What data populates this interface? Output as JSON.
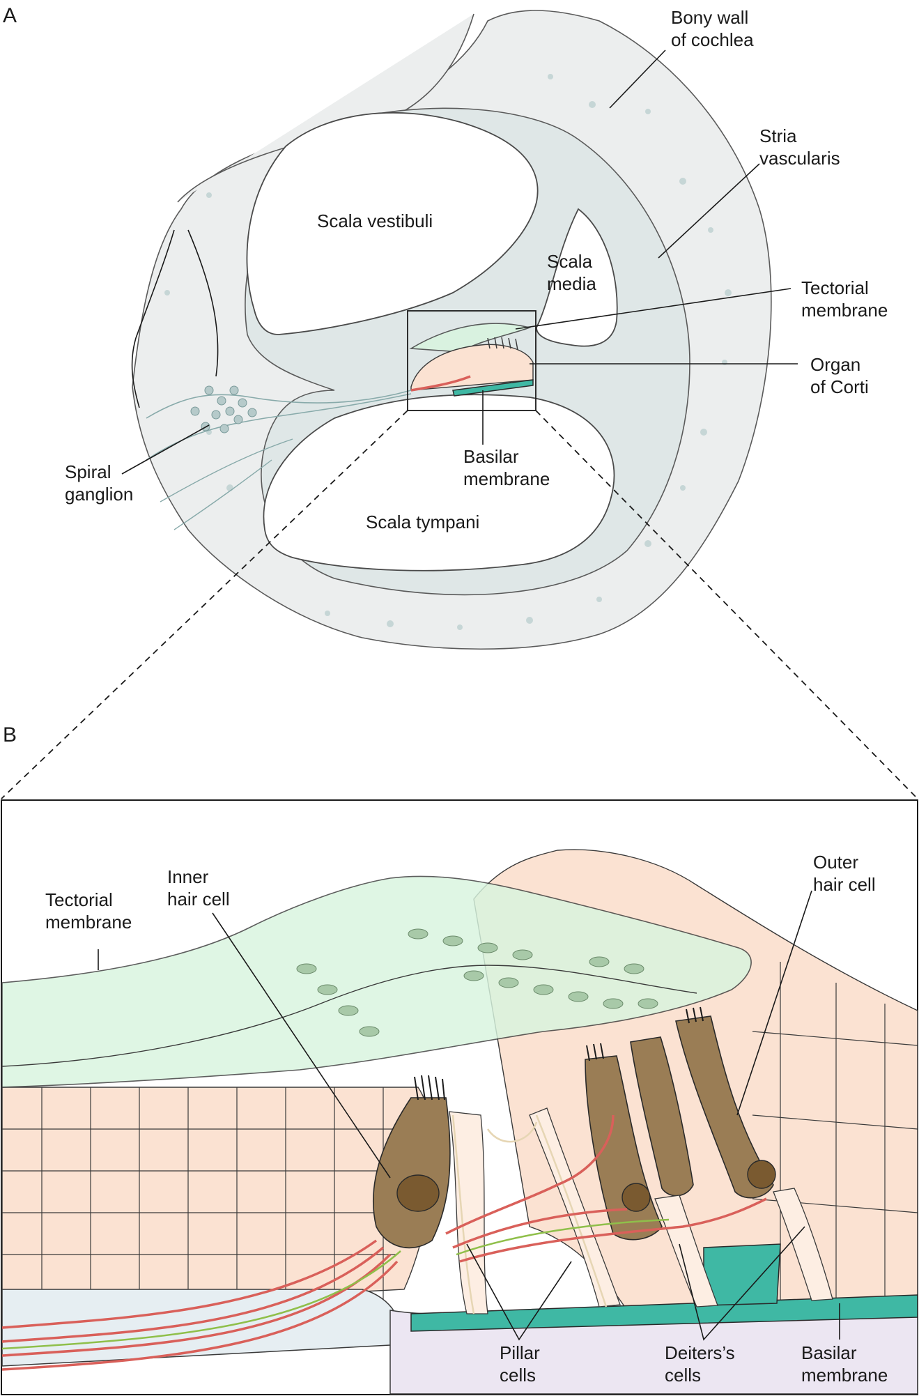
{
  "panels": {
    "a": "A",
    "b": "B"
  },
  "panel_a": {
    "bony_wall": [
      "Bony wall",
      "of cochlea"
    ],
    "stria": [
      "Stria",
      "vascularis"
    ],
    "scala_vestibuli": "Scala vestibuli",
    "scala_media": [
      "Scala",
      "media"
    ],
    "tectorial": [
      "Tectorial",
      "membrane"
    ],
    "organ_corti": [
      "Organ",
      "of Corti"
    ],
    "basilar": [
      "Basilar",
      "membrane"
    ],
    "spiral_ganglion": [
      "Spiral",
      "ganglion"
    ],
    "scala_tympani": "Scala tympani"
  },
  "panel_b": {
    "tectorial": [
      "Tectorial",
      "membrane"
    ],
    "inner_hair": [
      "Inner",
      "hair cell"
    ],
    "outer_hair": [
      "Outer",
      "hair cell"
    ],
    "pillar": [
      "Pillar",
      "cells"
    ],
    "deiters": [
      "Deiters’s",
      "cells"
    ],
    "basilar": [
      "Basilar",
      "membrane"
    ]
  },
  "colors": {
    "bone": "#eceeee",
    "tissue": "#dfe7e7",
    "cell": "#fbe2d2",
    "hair_cell": "#9a7d55",
    "basilar": "#3fb8a4",
    "tectorial": "#d8f5df",
    "nerve_red": "#d9605a",
    "nerve_green": "#8fbf4a"
  }
}
